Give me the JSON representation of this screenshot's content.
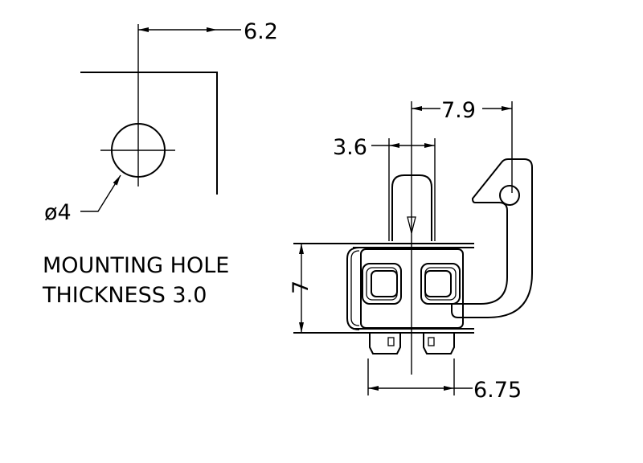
{
  "dimensions": {
    "mounting_width": "6.2",
    "hole_diameter": "ø4",
    "hook_offset": "7.9",
    "pin_width": "3.6",
    "body_height": "7",
    "pin_spacing": "6.75"
  },
  "notes": {
    "line1": "MOUNTING HOLE",
    "line2": "THICKNESS 3.0"
  }
}
